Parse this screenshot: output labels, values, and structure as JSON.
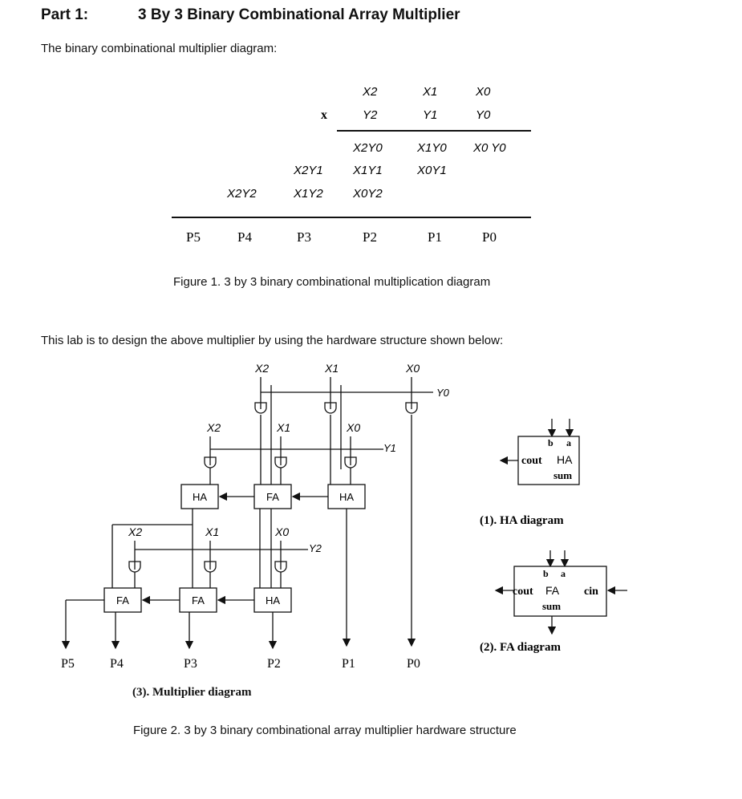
{
  "header": {
    "part_label": "Part 1:",
    "title": "3 By 3 Binary Combinational Array Multiplier"
  },
  "intro_text": "The binary combinational multiplier diagram:",
  "figure1": {
    "multiplicand": {
      "x2": "X2",
      "x1": "X1",
      "x0": "X0"
    },
    "multiplier_sign": "x",
    "multiplier": {
      "y2": "Y2",
      "y1": "Y1",
      "y0": "Y0"
    },
    "row1": [
      "X2Y0",
      "X1Y0",
      "X0 Y0"
    ],
    "row2": [
      "X2Y1",
      "X1Y1",
      "X0Y1"
    ],
    "row3": [
      "X2Y2",
      "X1Y2",
      "X0Y2"
    ],
    "products": [
      "P5",
      "P4",
      "P3",
      "P2",
      "P1",
      "P0"
    ],
    "caption": "Figure 1. 3 by 3 binary combinational multiplication diagram"
  },
  "lab_text": "This lab is to design the above multiplier by using the hardware structure shown below:",
  "figure2": {
    "top_inputs": [
      "X2",
      "X1",
      "X0"
    ],
    "y_labels": [
      "Y0",
      "Y1",
      "Y2"
    ],
    "row1_inputs": [
      "X2",
      "X1",
      "X0"
    ],
    "row2_inputs": [
      "X2",
      "X1",
      "X0"
    ],
    "adders_row1": [
      "HA",
      "FA",
      "HA"
    ],
    "adders_row2": [
      "FA",
      "FA",
      "HA"
    ],
    "outputs": [
      "P5",
      "P4",
      "P3",
      "P2",
      "P1",
      "P0"
    ],
    "multiplier_caption": "(3). Multiplier diagram",
    "ha_box": {
      "b": "b",
      "a": "a",
      "cout": "cout",
      "name": "HA",
      "sum": "sum"
    },
    "ha_caption": "(1).  HA diagram",
    "fa_box": {
      "b": "b",
      "a": "a",
      "cout": "cout",
      "name": "FA",
      "cin": "cin",
      "sum": "sum"
    },
    "fa_caption": "(2).  FA diagram",
    "caption": "Figure 2. 3 by 3 binary combinational array multiplier hardware structure"
  }
}
